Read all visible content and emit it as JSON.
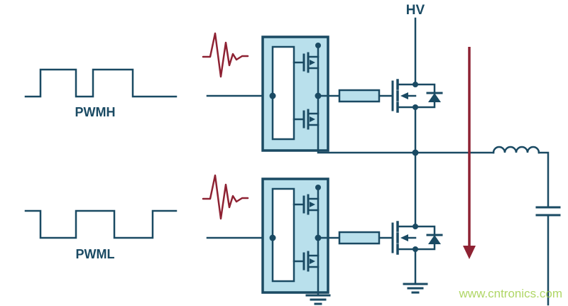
{
  "diagram": {
    "type": "circuit-schematic",
    "description": "Half-bridge power stage with two PWM inputs, transient glitches, isolated gate drivers, gate resistors, high/low-side MOSFETs with body diodes, HV rail and LC output filter with current-direction arrow",
    "labels": {
      "pwm_high": "PWMH",
      "pwm_low": "PWML",
      "hv_rail": "HV"
    },
    "watermark": "www.cntronics.com",
    "colors": {
      "line": "#1a4a63",
      "fill": "#b9e0ec",
      "glitch": "#8e2233",
      "watermark": "#9ccc3f",
      "bg": "#ffffff"
    },
    "components": [
      {
        "name": "pwmh-waveform",
        "kind": "square-wave-signal",
        "label": "PWMH"
      },
      {
        "name": "pwml-waveform",
        "kind": "square-wave-signal",
        "label": "PWML"
      },
      {
        "name": "glitch-pulse-high",
        "kind": "noise-transient"
      },
      {
        "name": "glitch-pulse-low",
        "kind": "noise-transient"
      },
      {
        "name": "gate-driver-high",
        "kind": "gate-driver-ic"
      },
      {
        "name": "gate-driver-low",
        "kind": "gate-driver-ic"
      },
      {
        "name": "gate-resistor-high",
        "kind": "resistor"
      },
      {
        "name": "gate-resistor-low",
        "kind": "resistor"
      },
      {
        "name": "mosfet-high-side",
        "kind": "n-mosfet-with-body-diode"
      },
      {
        "name": "mosfet-low-side",
        "kind": "n-mosfet-with-body-diode"
      },
      {
        "name": "hv-rail",
        "kind": "supply-rail",
        "label": "HV"
      },
      {
        "name": "switch-node",
        "kind": "junction"
      },
      {
        "name": "output-inductor",
        "kind": "inductor"
      },
      {
        "name": "output-capacitor",
        "kind": "capacitor"
      },
      {
        "name": "current-arrow",
        "kind": "current-direction-indicator"
      },
      {
        "name": "ground-main",
        "kind": "ground"
      },
      {
        "name": "ground-driver-low",
        "kind": "ground"
      }
    ]
  }
}
